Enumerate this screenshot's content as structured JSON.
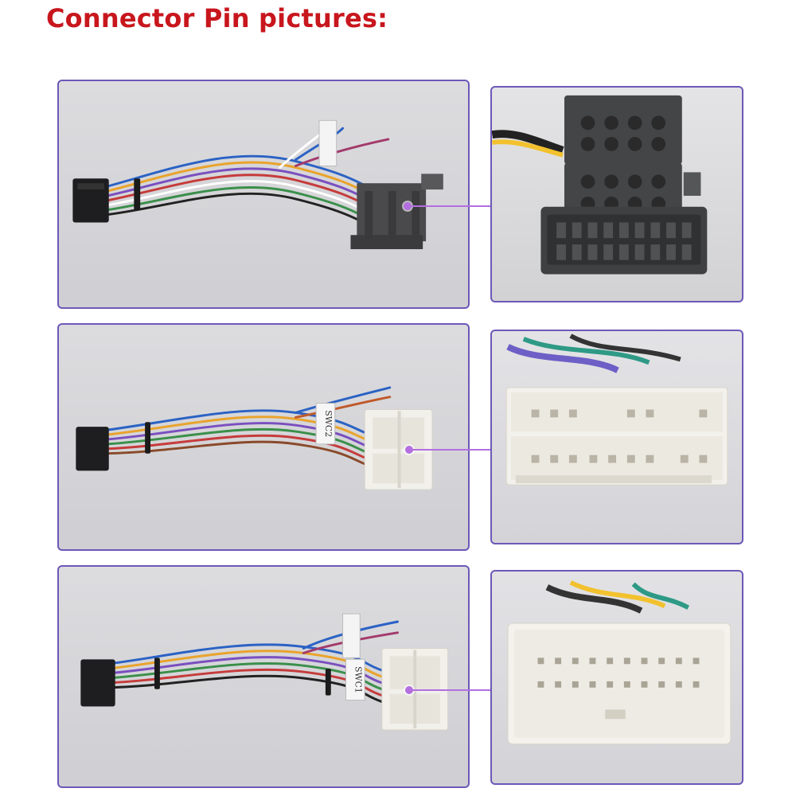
{
  "header": {
    "title": "Connector Pin pictures:"
  },
  "rows": [
    {
      "left_label": "",
      "right_label": ""
    },
    {
      "left_label": "SWC2",
      "right_label": ""
    },
    {
      "left_label": "SWC1",
      "right_label": ""
    }
  ],
  "colors": {
    "title": "#c8161d",
    "panel_border": "#6d58b8",
    "pointer": "#b36ee0",
    "panel_bg": "#d6d6da",
    "iso_connector": "#4a4a4c",
    "white_connector": "#f2f0ea"
  }
}
